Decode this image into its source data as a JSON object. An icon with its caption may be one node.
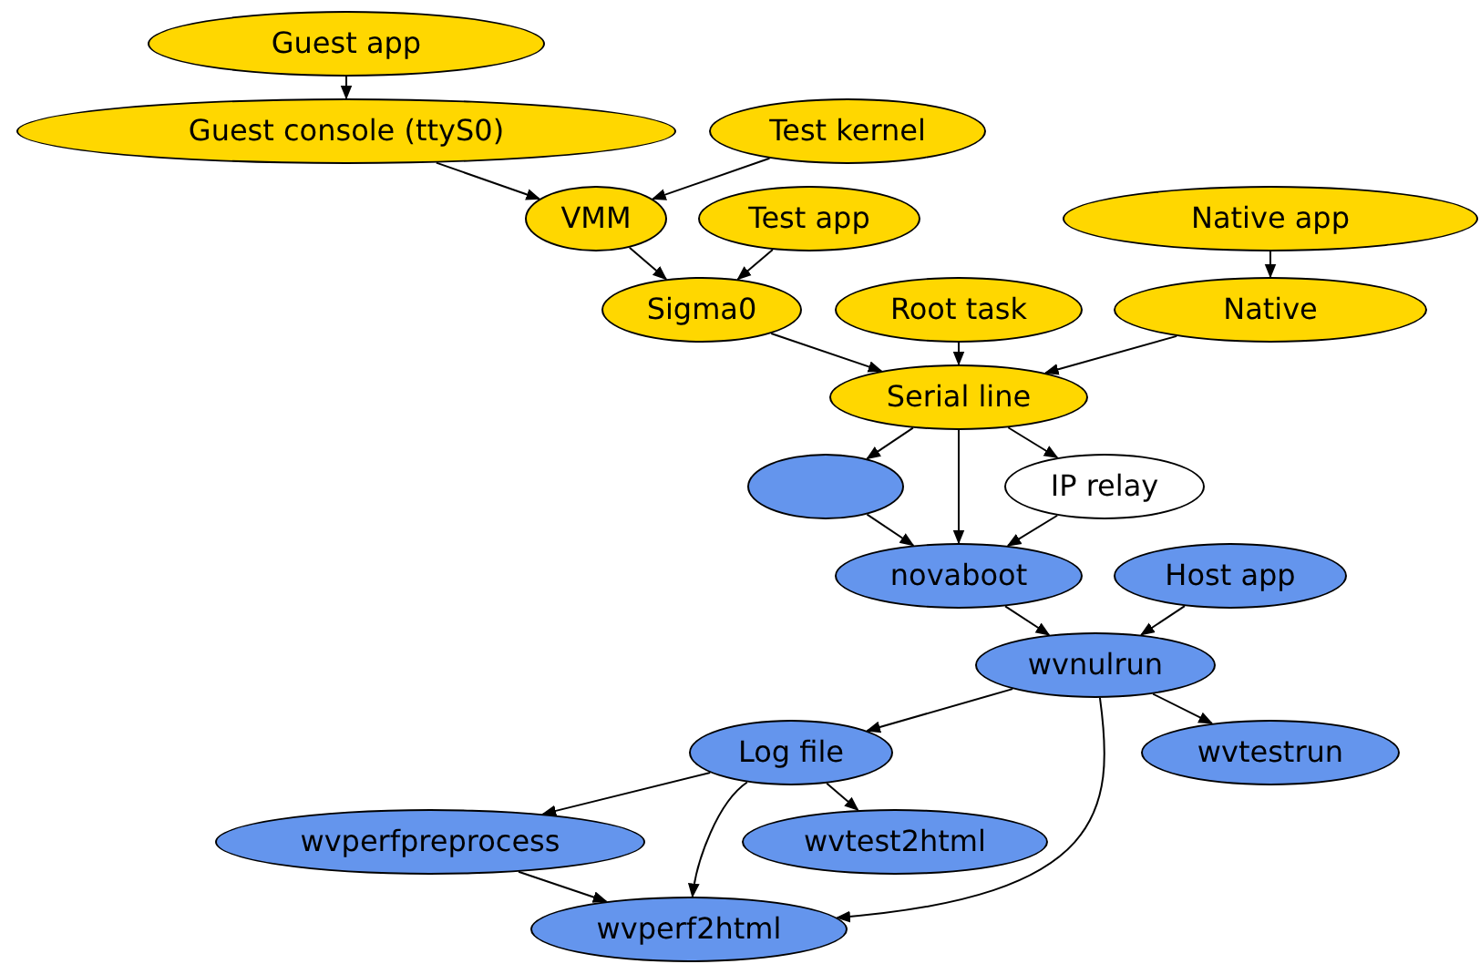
{
  "diagram": {
    "nodes": [
      {
        "text": [
          "Guest app"
        ]
      },
      {
        "text": [
          "Guest console (ttyS0)"
        ]
      },
      {
        "text": [
          "Test kernel"
        ]
      },
      {
        "text": [
          "VMM"
        ]
      },
      {
        "text": [
          "Test app"
        ]
      },
      {
        "text": [
          "Native app"
        ]
      },
      {
        "text": [
          "Sigma0"
        ]
      },
      {
        "text": [
          "Root task"
        ]
      },
      {
        "text": [
          "Native"
        ]
      },
      {
        "text": [
          "Serial line"
        ]
      },
      {
        "text": [],
        "shape": "ellipse"
      },
      {
        "text": [
          "IP relay"
        ]
      },
      {
        "text": [
          "novaboot"
        ]
      },
      {
        "text": [
          "Host app"
        ]
      },
      {
        "text": [
          "wvnulrun"
        ]
      },
      {
        "text": [
          "Log file"
        ]
      },
      {
        "text": [
          "wvtestrun"
        ]
      },
      {
        "text": [
          "wvperfpreprocess"
        ]
      },
      {
        "text": [
          "wvtest2html"
        ]
      },
      {
        "text": [
          "wvperf2html"
        ]
      }
    ],
    "edges": [
      {
        "from": 0,
        "to": 1,
        "arrow": "to"
      },
      {
        "from": 1,
        "to": 3,
        "arrow": "to"
      },
      {
        "from": 2,
        "to": 3,
        "arrow": "to"
      },
      {
        "from": 3,
        "to": 6,
        "arrow": "to"
      },
      {
        "from": 4,
        "to": 6,
        "arrow": "to"
      },
      {
        "from": 5,
        "to": 8,
        "arrow": "to"
      },
      {
        "from": 6,
        "to": 9,
        "arrow": "to"
      },
      {
        "from": 7,
        "to": 9,
        "arrow": "to"
      },
      {
        "from": 8,
        "to": 9,
        "arrow": "to"
      },
      {
        "from": 9,
        "to": 10,
        "arrow": "to"
      },
      {
        "from": 9,
        "to": 12,
        "arrow": "to"
      },
      {
        "from": 9,
        "to": 11,
        "arrow": "to"
      },
      {
        "from": 10,
        "to": 12,
        "arrow": "to"
      },
      {
        "from": 11,
        "to": 12,
        "arrow": "to"
      },
      {
        "from": 12,
        "to": 14,
        "arrow": "to"
      },
      {
        "from": 13,
        "to": 14,
        "arrow": "to"
      },
      {
        "from": 14,
        "to": 15,
        "arrow": "to"
      },
      {
        "from": 14,
        "to": 16,
        "arrow": "to"
      },
      {
        "from": 14,
        "to": 19,
        "arrow": "to"
      },
      {
        "from": 15,
        "to": 17,
        "arrow": "to"
      },
      {
        "from": 15,
        "to": 19,
        "arrow": "to"
      },
      {
        "from": 15,
        "to": 18,
        "arrow": "to"
      },
      {
        "from": 17,
        "to": 19,
        "arrow": "to"
      }
    ]
  }
}
